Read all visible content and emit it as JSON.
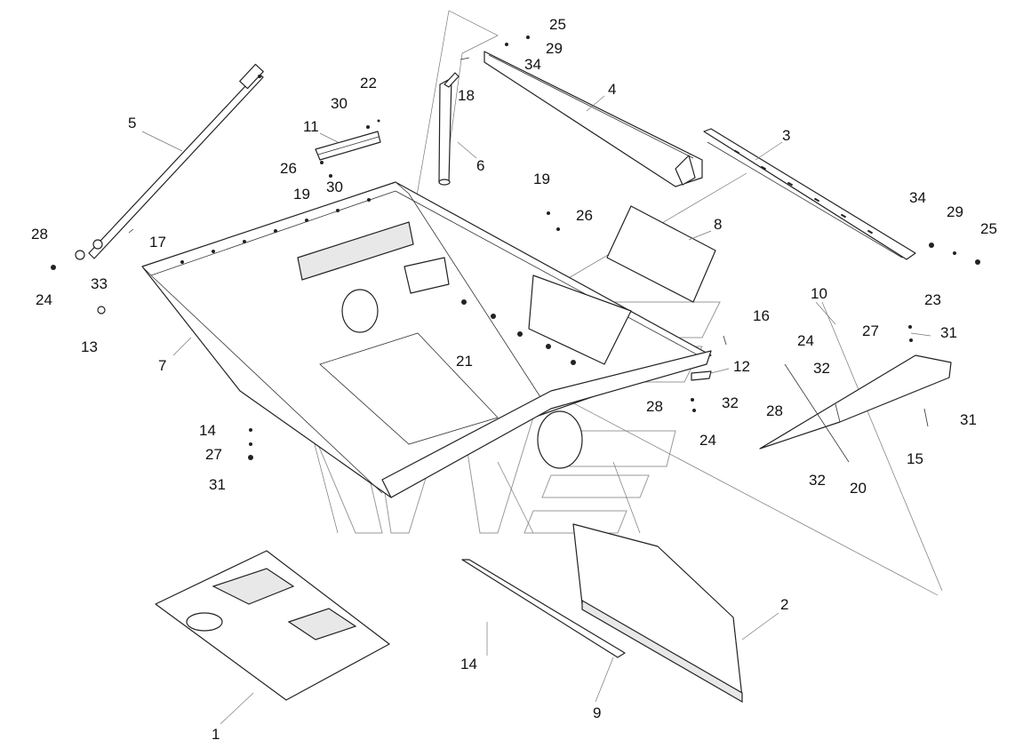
{
  "callouts": [
    {
      "id": "c1",
      "label": "1"
    },
    {
      "id": "c2",
      "label": "2"
    },
    {
      "id": "c3",
      "label": "3"
    },
    {
      "id": "c4",
      "label": "4"
    },
    {
      "id": "c5",
      "label": "5"
    },
    {
      "id": "c6",
      "label": "6"
    },
    {
      "id": "c7",
      "label": "7"
    },
    {
      "id": "c8",
      "label": "8"
    },
    {
      "id": "c9",
      "label": "9"
    },
    {
      "id": "c10",
      "label": "10"
    },
    {
      "id": "c11",
      "label": "11"
    },
    {
      "id": "c12",
      "label": "12"
    },
    {
      "id": "c13",
      "label": "13"
    },
    {
      "id": "c14a",
      "label": "14"
    },
    {
      "id": "c14b",
      "label": "14"
    },
    {
      "id": "c15",
      "label": "15"
    },
    {
      "id": "c16",
      "label": "16"
    },
    {
      "id": "c17",
      "label": "17"
    },
    {
      "id": "c18",
      "label": "18"
    },
    {
      "id": "c19a",
      "label": "19"
    },
    {
      "id": "c19b",
      "label": "19"
    },
    {
      "id": "c20",
      "label": "20"
    },
    {
      "id": "c21",
      "label": "21"
    },
    {
      "id": "c22",
      "label": "22"
    },
    {
      "id": "c23",
      "label": "23"
    },
    {
      "id": "c24a",
      "label": "24"
    },
    {
      "id": "c24b",
      "label": "24"
    },
    {
      "id": "c24c",
      "label": "24"
    },
    {
      "id": "c25a",
      "label": "25"
    },
    {
      "id": "c25b",
      "label": "25"
    },
    {
      "id": "c26a",
      "label": "26"
    },
    {
      "id": "c26b",
      "label": "26"
    },
    {
      "id": "c27a",
      "label": "27"
    },
    {
      "id": "c27b",
      "label": "27"
    },
    {
      "id": "c28a",
      "label": "28"
    },
    {
      "id": "c28b",
      "label": "28"
    },
    {
      "id": "c28c",
      "label": "28"
    },
    {
      "id": "c29a",
      "label": "29"
    },
    {
      "id": "c29b",
      "label": "29"
    },
    {
      "id": "c30a",
      "label": "30"
    },
    {
      "id": "c30b",
      "label": "30"
    },
    {
      "id": "c31a",
      "label": "31"
    },
    {
      "id": "c31b",
      "label": "31"
    },
    {
      "id": "c31c",
      "label": "31"
    },
    {
      "id": "c32a",
      "label": "32"
    },
    {
      "id": "c32b",
      "label": "32"
    },
    {
      "id": "c32c",
      "label": "32"
    },
    {
      "id": "c33",
      "label": "33"
    },
    {
      "id": "c34a",
      "label": "34"
    },
    {
      "id": "c34b",
      "label": "34"
    }
  ]
}
